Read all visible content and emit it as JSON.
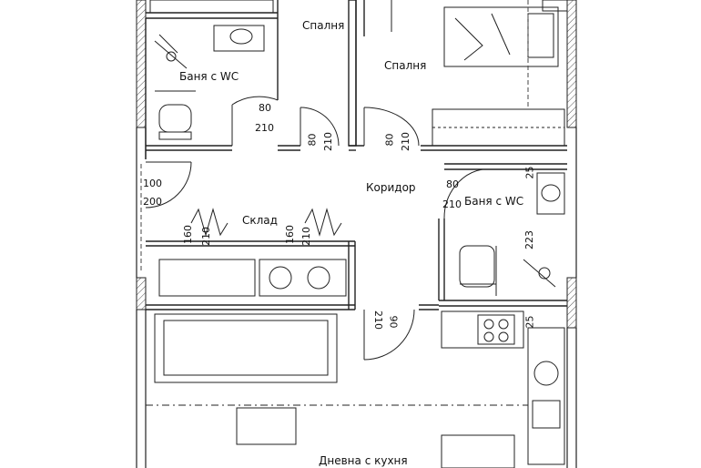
{
  "rooms": {
    "bedroom_small": "Спалня",
    "bedroom_large": "Спалня",
    "bath_left": "Баня с WC",
    "bath_right": "Баня с WC",
    "corridor": "Коридор",
    "storage": "Склад",
    "living_kitchen": "Дневна с кухня"
  },
  "dimensions": {
    "bath_left_door_w": "80",
    "bath_left_door_h": "210",
    "bed_small_door_w": "80",
    "bed_small_door_h": "210",
    "bed_large_door_w": "80",
    "bed_large_door_h": "210",
    "entry_door_w": "100",
    "entry_door_h": "200",
    "bath_right_door_w": "80",
    "bath_right_door_h": "210",
    "storage_door1_w": "160",
    "storage_door1_h": "210",
    "storage_door2_w": "160",
    "storage_door2_h": "210",
    "living_door_h": "210",
    "living_door_w": "90",
    "wall_25_top": "25",
    "wall_223": "223",
    "wall_25_bottom": "25"
  }
}
